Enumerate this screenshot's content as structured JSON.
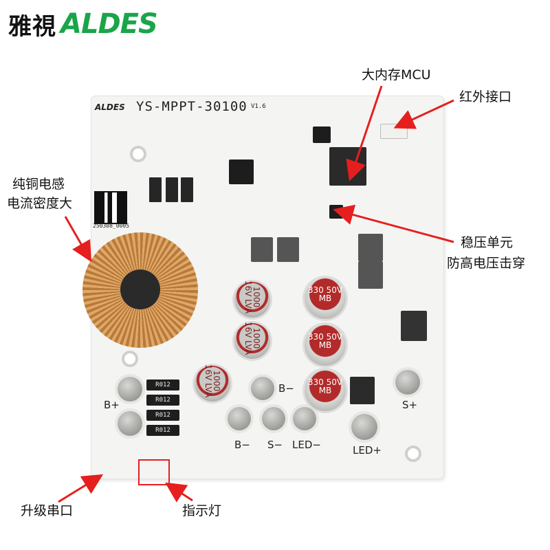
{
  "brand": {
    "cn_name": "雅視",
    "en_name": "ALDES",
    "accent": "#1aa54a"
  },
  "board": {
    "logo": "ALDES",
    "model": "YS-MPPT-30100",
    "version": "V1.6",
    "terminals": [
      "B+",
      "B−",
      "B−",
      "S−",
      "LED−",
      "LED+",
      "S+"
    ],
    "capacitors": {
      "small": "1000 16V LVA",
      "large": "330 50V MB"
    },
    "resistor_label": "R012",
    "qr_code_text": "250308_0005"
  },
  "callouts": {
    "mcu": "大内存MCU",
    "ir": "红外接口",
    "copper_1": "纯铜电感",
    "copper_2": "电流密度大",
    "regulator_1": "稳压单元",
    "regulator_2": "防高电压击穿",
    "upgrade": "升级串口",
    "indicator": "指示灯"
  },
  "colors": {
    "arrow": "#e61e1e",
    "board": "#f4f4f2"
  }
}
